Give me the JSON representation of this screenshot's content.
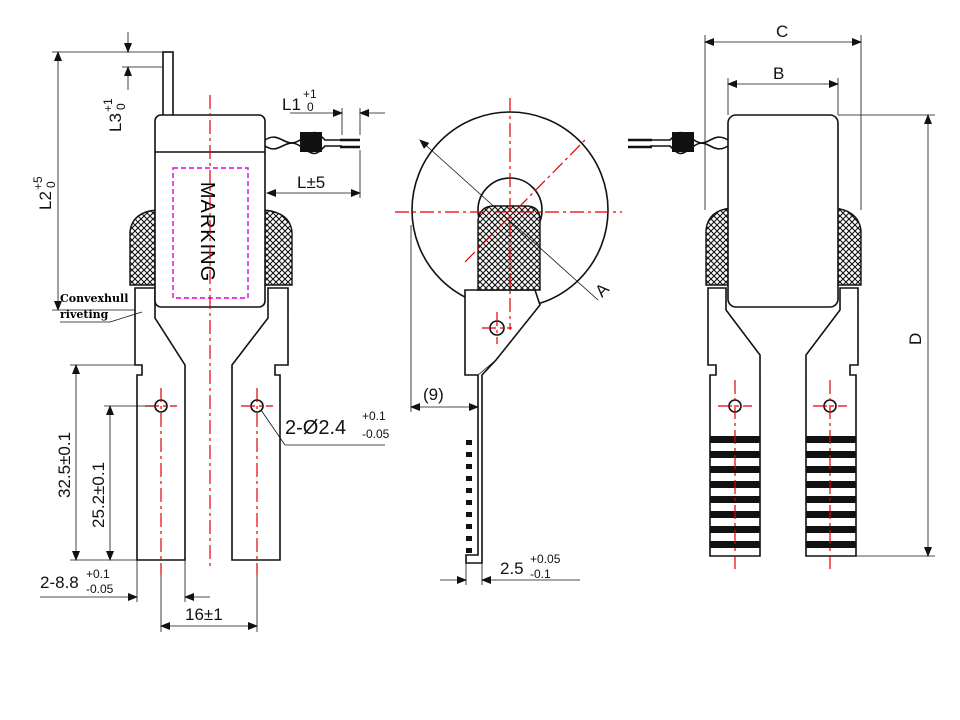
{
  "labels": {
    "l3": "L3",
    "l3_tol_upper": "+1",
    "l3_tol_lower": "0",
    "l2": "L2",
    "l2_tol_upper": "+5",
    "l2_tol_lower": "0",
    "l1": "L1",
    "l1_tol_upper": "+1",
    "l1_tol_lower": "0",
    "l_tol": "L±5",
    "marking": "MARKING",
    "convexhull_line1": "Convexhull",
    "convexhull_line2": "riveting",
    "hole": "2-Ø2.4",
    "hole_tol_upper": "+0.1",
    "hole_tol_lower": "-0.05",
    "dim_32_5": "32.5±0.1",
    "dim_25_2": "25.2±0.1",
    "width_8_8": "2-8.8",
    "width_8_8_tol_upper": "+0.1",
    "width_8_8_tol_lower": "-0.05",
    "pitch_16": "16±1",
    "nine": "(9)",
    "angle_a": "A",
    "thickness": "2.5",
    "thickness_tol_upper": "+0.05",
    "thickness_tol_lower": "-0.1",
    "c": "C",
    "b": "B",
    "d": "D"
  },
  "colors": {
    "outline": "#111111",
    "centerline": "#e00000",
    "marking_box": "#e000e0",
    "background": "#ffffff"
  }
}
